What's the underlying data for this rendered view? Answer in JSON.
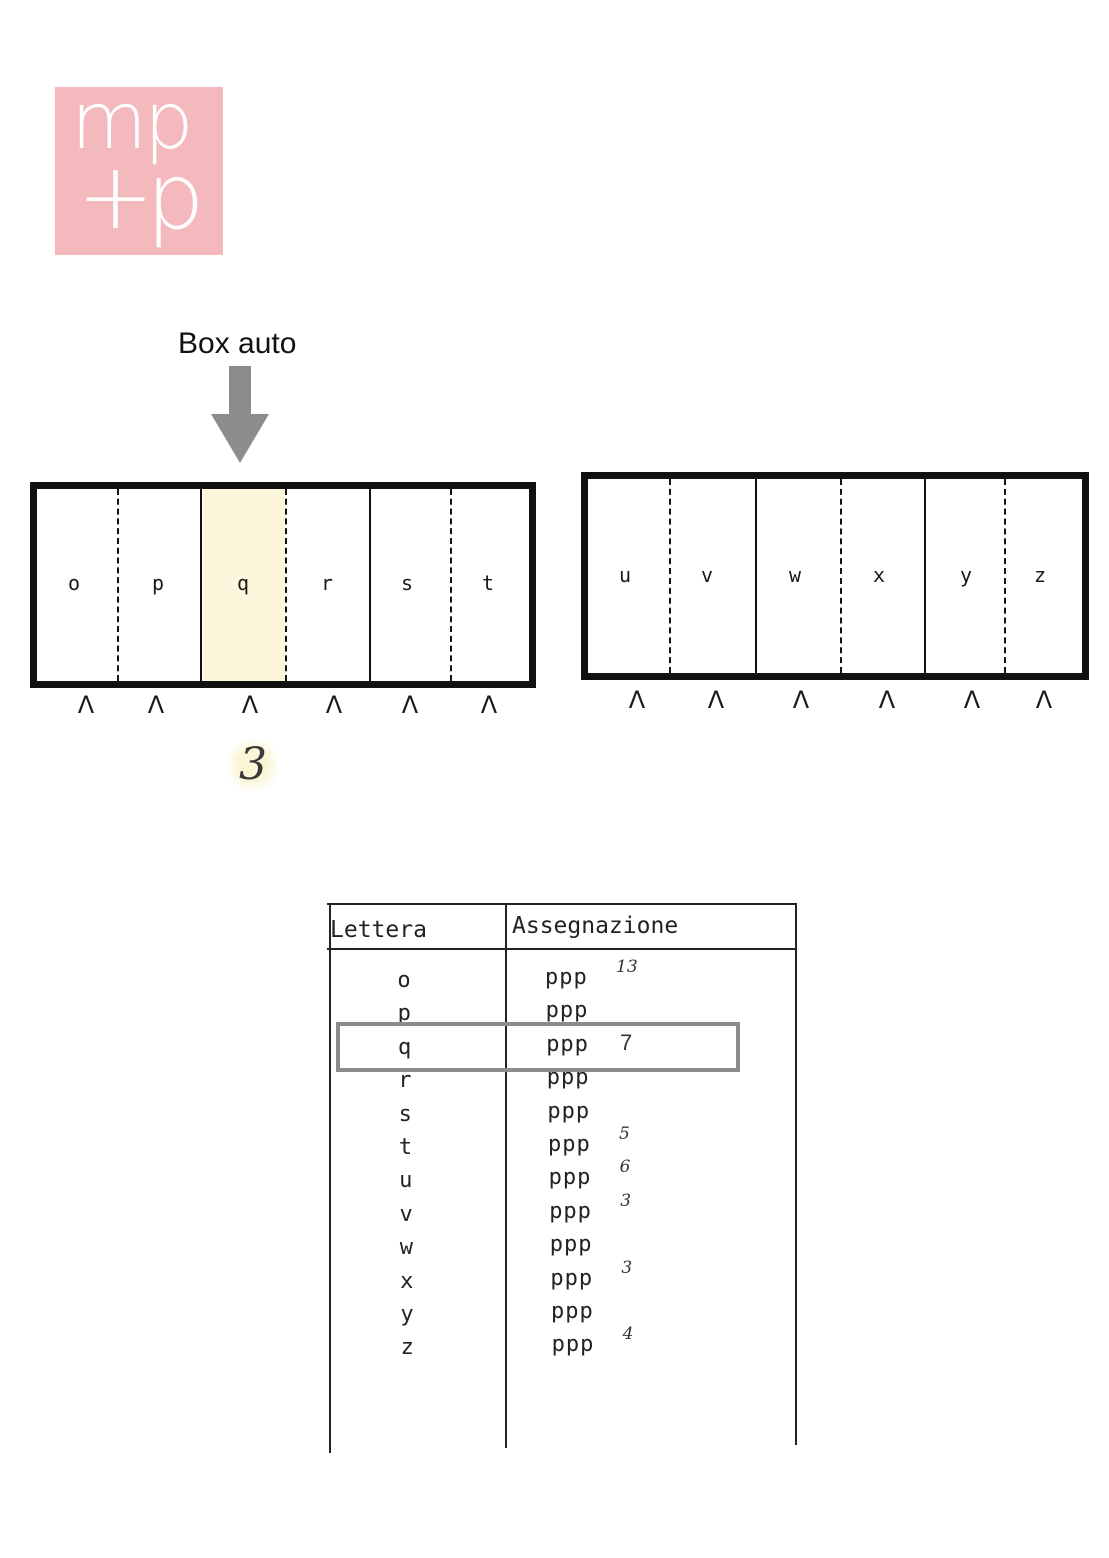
{
  "logo": {
    "line1": "mp",
    "line2": "+p"
  },
  "label": "Box auto",
  "left_box": {
    "letters": [
      "o",
      "p",
      "q",
      "r",
      "s",
      "t"
    ],
    "highlighted": "q"
  },
  "right_box": {
    "letters": [
      "u",
      "v",
      "w",
      "x",
      "y",
      "z"
    ]
  },
  "caret_glyph": "Λ",
  "selected_box_number": "3",
  "table": {
    "headers": [
      "Lettera",
      "Assegnazione"
    ],
    "rows": [
      {
        "letter": "o",
        "value": "PPP",
        "note": "13"
      },
      {
        "letter": "p",
        "value": "PPP",
        "note": ""
      },
      {
        "letter": "q",
        "value": "PPP",
        "note": "7"
      },
      {
        "letter": "r",
        "value": "PPP",
        "note": ""
      },
      {
        "letter": "s",
        "value": "PPP",
        "note": ""
      },
      {
        "letter": "t",
        "value": "PPP",
        "note": "5"
      },
      {
        "letter": "u",
        "value": "PPP",
        "note": "6"
      },
      {
        "letter": "v",
        "value": "PPP",
        "note": "3"
      },
      {
        "letter": "w",
        "value": "PPP",
        "note": ""
      },
      {
        "letter": "x",
        "value": "PPP",
        "note": "3"
      },
      {
        "letter": "y",
        "value": "PPP",
        "note": ""
      },
      {
        "letter": "z",
        "value": "PPP",
        "note": "4"
      }
    ],
    "highlighted_letter": "q"
  },
  "colors": {
    "logo_bg": "#f3b9bd",
    "highlight": "#fbf6dc",
    "arrow": "#8c8c8c",
    "frame": "#8c8c8c"
  }
}
